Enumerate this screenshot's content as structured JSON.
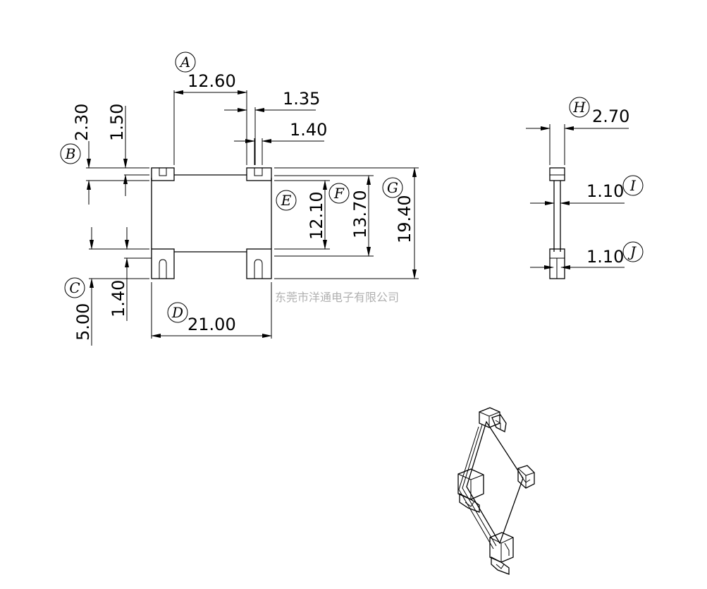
{
  "dimensions": {
    "a": "12.60",
    "top_1": "1.35",
    "top_2": "1.40",
    "left_1": "2.30",
    "left_2": "1.50",
    "left_3": "5.00",
    "left_4": "1.40",
    "e": "12.10",
    "f": "13.70",
    "g": "19.40",
    "d": "21.00",
    "h": "2.70",
    "i": "1.10",
    "j": "1.10"
  },
  "callouts": {
    "a": "A",
    "b": "B",
    "c": "C",
    "d": "D",
    "e": "E",
    "f": "F",
    "g": "G",
    "h": "H",
    "i": "I",
    "j": "J"
  },
  "watermark": "东莞市洋通电子有限公司"
}
